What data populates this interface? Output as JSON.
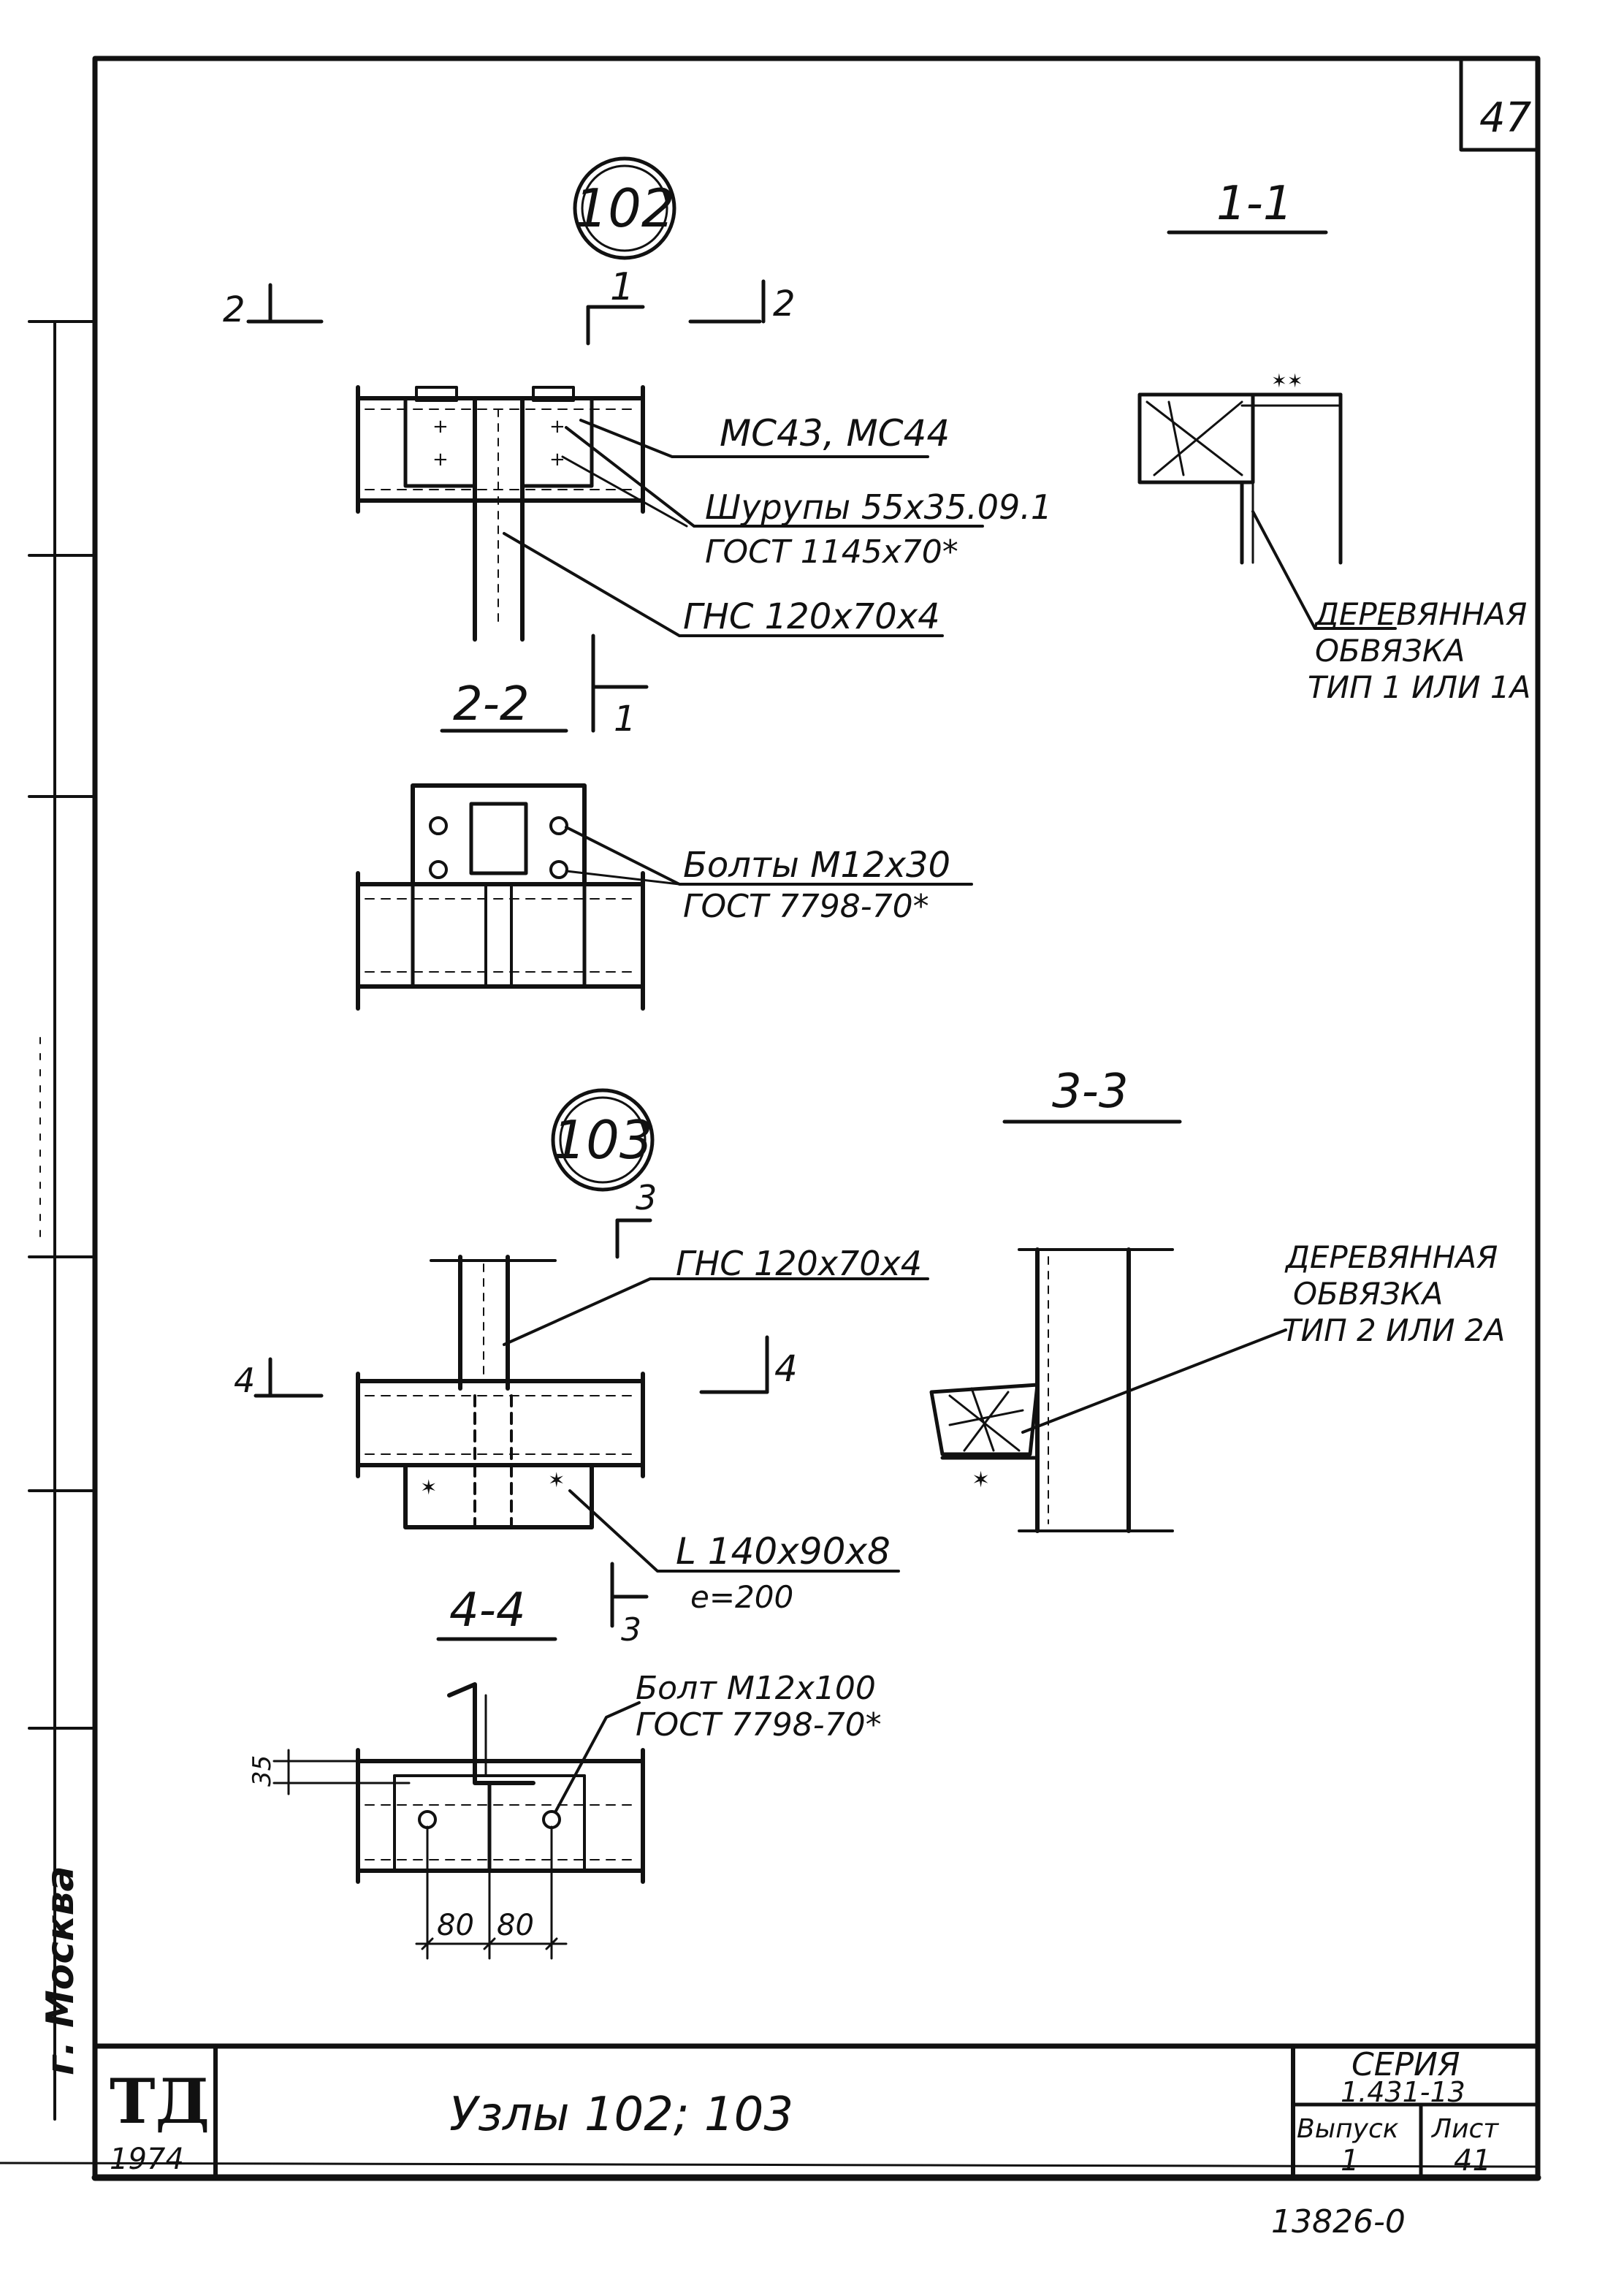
{
  "sheet": {
    "corner_number": "47",
    "watermark_left": "г. Москва",
    "date_stamp": "13826-0"
  },
  "node_102": {
    "node_number": "102",
    "section_mark_1": "1",
    "section_mark_2_left": "2",
    "section_mark_2_right": "2",
    "label_connectors": "МС43, МС44",
    "label_screws_1": "Шурупы 55х35.09.1",
    "label_screws_2": "ГОСТ 1145х70*",
    "label_profile": "ГНС 120х70х4",
    "section_1_1_title": "1-1",
    "label_wood_1": "ДЕРЕВЯННАЯ",
    "label_wood_2": "ОБВЯЗКА",
    "label_wood_3": "ТИП 1 ИЛИ 1А",
    "section_2_2_title": "2-2",
    "section_mark_1_bottom": "1",
    "label_bolts_1": "Болты М12х30",
    "label_bolts_2": "ГОСТ 7798-70*"
  },
  "node_103": {
    "node_number": "103",
    "section_3_3_title": "3-3",
    "section_mark_3_top": "3",
    "section_mark_3_bottom": "3",
    "section_mark_4_left": "4",
    "section_mark_4_right": "4",
    "label_profile": "ГНС 120х70х4",
    "label_wood_1": "ДЕРЕВЯННАЯ",
    "label_wood_2": "ОБВЯЗКА",
    "label_wood_3": "ТИП 2 ИЛИ 2А",
    "label_angle_1": "L 140х90х8",
    "label_angle_2": "e=200",
    "section_4_4_title": "4-4",
    "label_bolt_1": "Болт М12х100",
    "label_bolt_2": "ГОСТ 7798-70*",
    "dim_vertical": "35",
    "dim_left": "80",
    "dim_right": "80"
  },
  "title_block": {
    "org_mark": "ТД",
    "year": "1974",
    "title": "Узлы 102; 103",
    "series_label": "СЕРИЯ",
    "series_number": "1.431-13",
    "issue_label": "Выпуск",
    "issue_value": "1",
    "sheet_label": "Лист",
    "sheet_value": "41"
  }
}
